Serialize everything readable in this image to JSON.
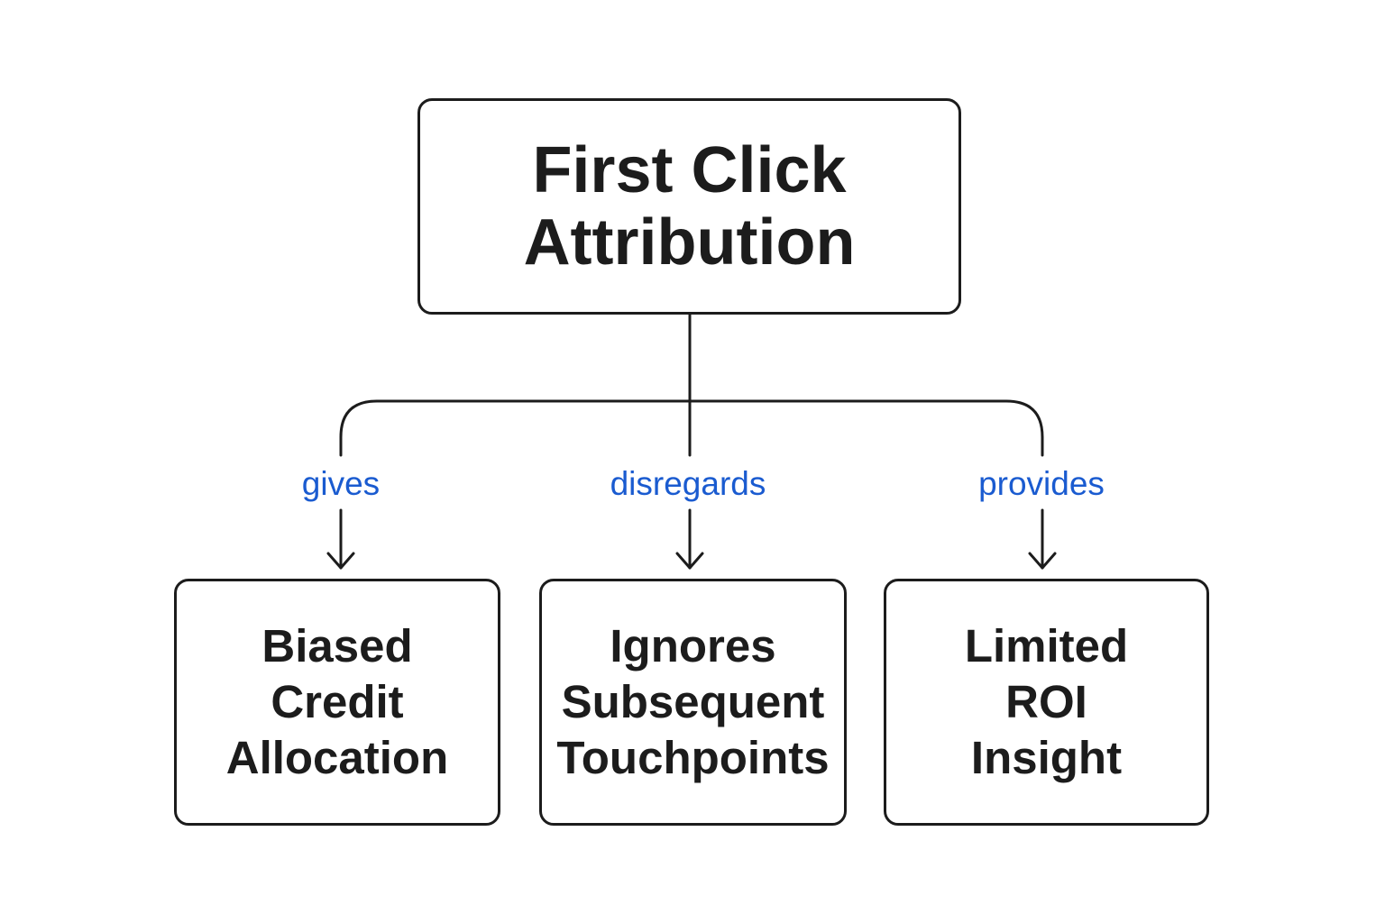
{
  "diagram": {
    "root": {
      "label": "First Click\nAttribution"
    },
    "edges": [
      {
        "label": "gives"
      },
      {
        "label": "disregards"
      },
      {
        "label": "provides"
      }
    ],
    "children": [
      {
        "label": "Biased\nCredit\nAllocation"
      },
      {
        "label": "Ignores\nSubsequent\nTouchpoints"
      },
      {
        "label": "Limited\nROI\nInsight"
      }
    ],
    "colors": {
      "stroke": "#1c1c1c",
      "edge_label": "#1a5bd0",
      "background": "#ffffff"
    }
  }
}
